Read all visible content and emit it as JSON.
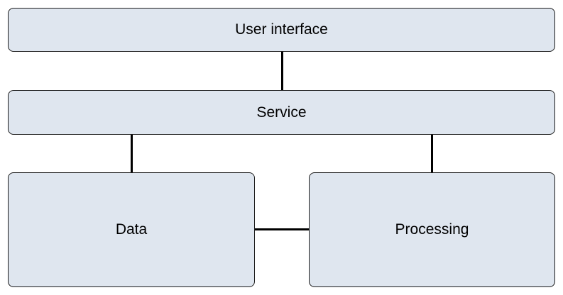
{
  "diagram": {
    "nodes": {
      "user_interface": "User interface",
      "service": "Service",
      "data": "Data",
      "processing": "Processing"
    },
    "connections": [
      [
        "User interface",
        "Service"
      ],
      [
        "Service",
        "Data"
      ],
      [
        "Service",
        "Processing"
      ],
      [
        "Data",
        "Processing"
      ]
    ],
    "colors": {
      "node_fill": "#dfe6ef",
      "node_border": "#1a1a1a",
      "connector": "#000000",
      "text": "#000000"
    }
  }
}
